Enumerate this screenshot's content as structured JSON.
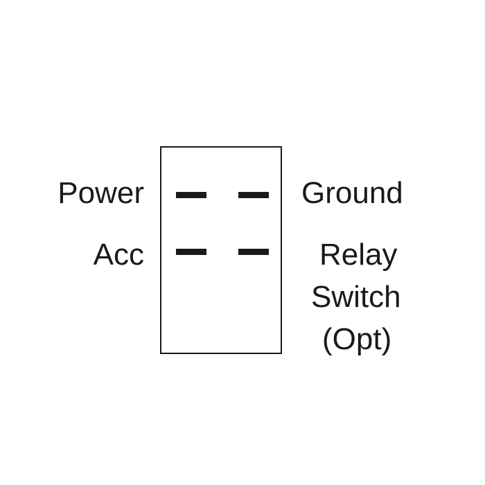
{
  "diagram": {
    "labels": {
      "top_left": "Power",
      "top_right": "Ground",
      "bottom_left": "Acc",
      "bottom_right_line1": "Relay",
      "bottom_right_line2": "Switch",
      "bottom_right_line3": "(Opt)"
    },
    "colors": {
      "line": "#1a1a1a",
      "background": "#ffffff"
    }
  }
}
